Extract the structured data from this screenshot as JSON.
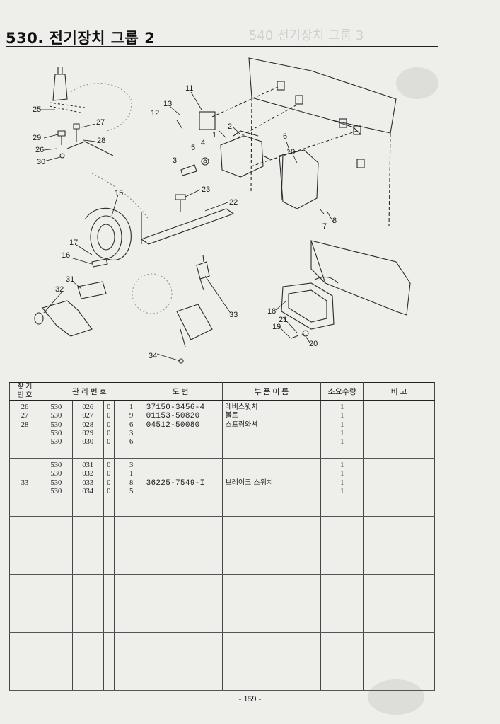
{
  "page": {
    "title": "530. 전기장치 그룹 2",
    "ghost_title": "540 전기장치 그룹 3",
    "page_number": "- 159 -"
  },
  "diagram": {
    "callouts": [
      "1",
      "2",
      "3",
      "4",
      "5",
      "6",
      "7",
      "8",
      "10",
      "11",
      "12",
      "13",
      "15",
      "16",
      "17",
      "18",
      "19",
      "20",
      "21",
      "22",
      "23",
      "25",
      "26",
      "27",
      "28",
      "29",
      "30",
      "31",
      "32",
      "33",
      "34"
    ]
  },
  "table": {
    "headers": {
      "ref": "찾 기\n번 호",
      "mgmt": "관 리 번 호",
      "drawing": "도 번",
      "part_name": "부 품 이 름",
      "qty": "소요수량",
      "note": "비 고"
    },
    "blocks": [
      {
        "ref": [
          "26",
          "27",
          "28",
          "",
          ""
        ],
        "group": [
          "530",
          "530",
          "530",
          "530",
          "530"
        ],
        "code": [
          "026",
          "027",
          "028",
          "029",
          "030"
        ],
        "d1": [
          "0",
          "0",
          "0",
          "0",
          "0"
        ],
        "d2": [
          "1",
          "9",
          "6",
          "3",
          "6"
        ],
        "drawing": [
          "37150-3456-4",
          "01153-50820",
          "04512-50080",
          "",
          ""
        ],
        "name": [
          "레버스윗치",
          "볼트",
          "스프링와셔",
          "",
          ""
        ],
        "qty": [
          "1",
          "1",
          "1",
          "1",
          "1"
        ]
      },
      {
        "ref": [
          "",
          "",
          "33",
          "",
          ""
        ],
        "group": [
          "530",
          "530",
          "530",
          "530",
          ""
        ],
        "code": [
          "031",
          "032",
          "033",
          "034",
          ""
        ],
        "d1": [
          "0",
          "0",
          "0",
          "0",
          ""
        ],
        "d2": [
          "3",
          "1",
          "8",
          "5",
          ""
        ],
        "drawing": [
          "",
          "",
          "36225-7549-I",
          "",
          ""
        ],
        "name": [
          "",
          "",
          "브레이크 스위치",
          "",
          ""
        ],
        "qty": [
          "1",
          "1",
          "1",
          "1",
          ""
        ]
      },
      {
        "ref": [],
        "group": [],
        "code": [],
        "d1": [],
        "d2": [],
        "drawing": [],
        "name": [],
        "qty": []
      },
      {
        "ref": [],
        "group": [],
        "code": [],
        "d1": [],
        "d2": [],
        "drawing": [],
        "name": [],
        "qty": []
      },
      {
        "ref": [],
        "group": [],
        "code": [],
        "d1": [],
        "d2": [],
        "drawing": [],
        "name": [],
        "qty": []
      }
    ]
  }
}
